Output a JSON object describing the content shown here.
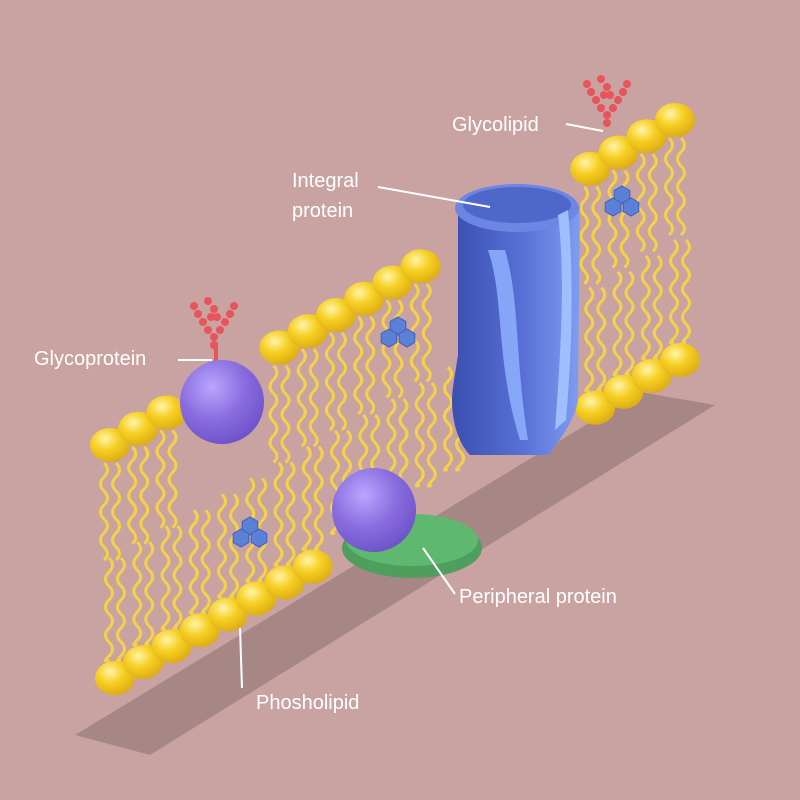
{
  "labels": {
    "glycolipid": "Glycolipid",
    "integral_line1": "Integral",
    "integral_line2": "protein",
    "glycoprotein": "Glycoprotein",
    "peripheral": "Peripheral protein",
    "phospholipid": "Phosholipid"
  },
  "colors": {
    "background": "#c9a3a1",
    "shadow": "#a78785",
    "lipid_head": "#f2c81e",
    "lipid_tail": "#f3d24a",
    "glycoprotein": "#8b6fe0",
    "peripheral_protein": "#8b6fe0",
    "peripheral_base": "#59b36a",
    "integral_protein": "#4f67c9",
    "sugar_chain": "#e8545c",
    "cholesterol": "#5c7fd8",
    "label_text": "#ffffff"
  },
  "icons": [
    "phospholipid-head-icon",
    "lipid-tail-icon",
    "integral-protein-icon",
    "glycoprotein-icon",
    "peripheral-protein-icon",
    "glycolipid-sugar-icon",
    "cholesterol-icon"
  ]
}
